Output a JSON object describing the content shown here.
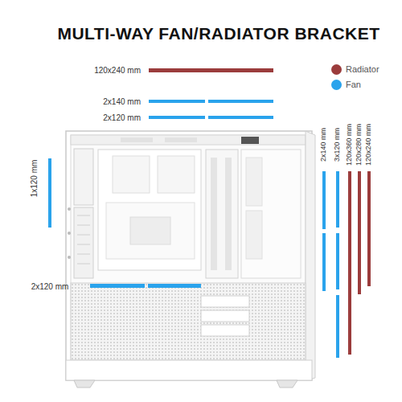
{
  "diagram": {
    "title": "MULTI-WAY FAN/RADIATOR BRACKET",
    "labels": [
      "120x240 mm",
      "2x140 mm",
      "2x120 mm",
      "1x120 mm",
      "2x120 mm",
      "2x140 mm",
      "3x120 mm",
      "120x360 mm",
      "120x280 mm",
      "120x240 mm"
    ],
    "legend": [
      {
        "text": "Radiator",
        "color": "#9b3c3c"
      },
      {
        "text": "Fan",
        "color": "#2aa3ec"
      }
    ]
  }
}
